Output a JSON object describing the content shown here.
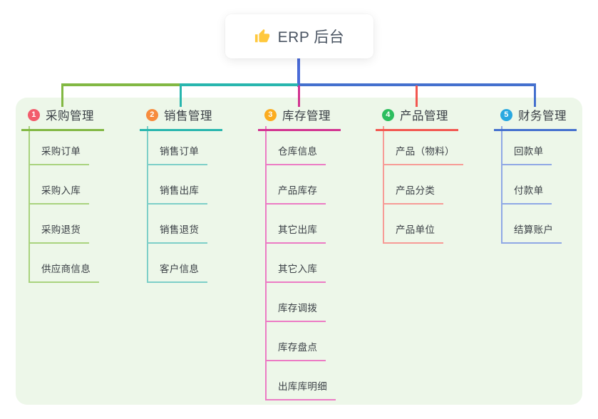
{
  "root": {
    "label": "ERP 后台",
    "icon": "thumbs-up-icon",
    "icon_color": "#FFC83D"
  },
  "connector_color": "#4a6bd8",
  "panel_color": "#edf7e9",
  "text_color": "#3b4046",
  "branches": [
    {
      "index": "1",
      "label": "采购管理",
      "badge_color": "#f25c6c",
      "line_color": "#82b843",
      "child_line_color": "#a9d37e",
      "children": [
        "采购订单",
        "采购入库",
        "采购退货",
        "供应商信息"
      ]
    },
    {
      "index": "2",
      "label": "销售管理",
      "badge_color": "#f78c3e",
      "line_color": "#28b6ae",
      "child_line_color": "#7dcfc8",
      "children": [
        "销售订单",
        "销售出库",
        "销售退货",
        "客户信息"
      ]
    },
    {
      "index": "3",
      "label": "库存管理",
      "badge_color": "#fbac20",
      "line_color": "#d23390",
      "child_line_color": "#ec7bc4",
      "children": [
        "仓库信息",
        "产品库存",
        "其它出库",
        "其它入库",
        "库存调拨",
        "库存盘点",
        "出库库明细"
      ]
    },
    {
      "index": "4",
      "label": "产品管理",
      "badge_color": "#2dbe5f",
      "line_color": "#f25750",
      "child_line_color": "#f79b96",
      "children": [
        "产品（物料）",
        "产品分类",
        "产品单位"
      ]
    },
    {
      "index": "5",
      "label": "财务管理",
      "badge_color": "#29a8e0",
      "line_color": "#4470ce",
      "child_line_color": "#8fa8e5",
      "children": [
        "回款单",
        "付款单",
        "结算账户"
      ]
    }
  ]
}
